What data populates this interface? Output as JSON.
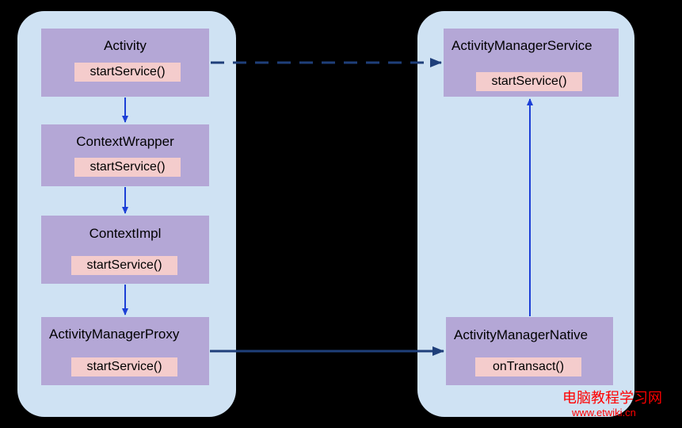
{
  "left_panel": {
    "boxes": [
      {
        "title": "Activity",
        "method": "startService()"
      },
      {
        "title": "ContextWrapper",
        "method": "startService()"
      },
      {
        "title": "ContextImpl",
        "method": "startService()"
      },
      {
        "title": "ActivityManagerProxy",
        "method": "startService()"
      }
    ]
  },
  "right_panel": {
    "boxes": [
      {
        "title": "ActivityManagerService",
        "method": "startService()"
      },
      {
        "title": "ActivityManagerNative",
        "method": "onTransact()"
      }
    ]
  },
  "colors": {
    "panel": "#cfe2f3",
    "box": "#b4a7d6",
    "method": "#f4cccc",
    "arrow_solid": "#1c3fd6",
    "arrow_dashed": "#1f3f7a"
  },
  "watermark": {
    "site_name": "电脑教程学习网",
    "url": "www.etwiki.cn"
  }
}
